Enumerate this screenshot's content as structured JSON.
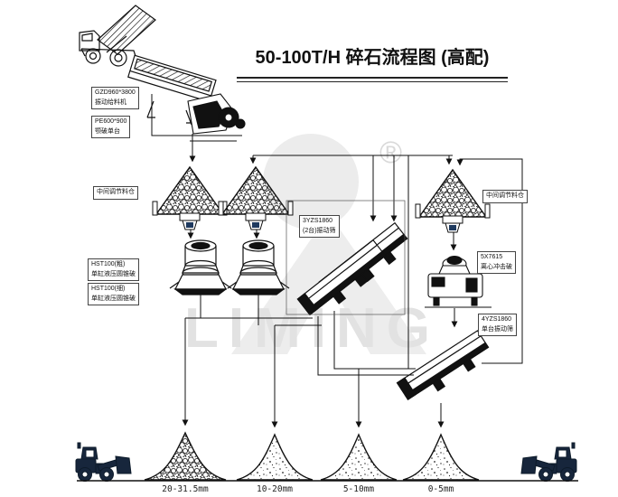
{
  "title": "50-100T/H 碎石流程图 (高配)",
  "watermark": {
    "brand": "LIMING",
    "registered_mark": "®"
  },
  "labels": {
    "feeder": {
      "model": "GZD960*3800",
      "name": "振动给料机"
    },
    "jaw": {
      "model": "PE600*900",
      "name": "颚破单台"
    },
    "bin_left": {
      "name": "中间调节料仓"
    },
    "cone_coarse": {
      "model": "HST100(粗)",
      "name": "单缸液压圆锥破"
    },
    "cone_fine": {
      "model": "HST100(细)",
      "name": "单缸液压圆锥破"
    },
    "screen_main": {
      "model": "3YZS1860",
      "name": "(2台)振动筛"
    },
    "bin_right": {
      "name": "中间调节料仓"
    },
    "impact": {
      "model": "5X7615",
      "name": "离心冲击破"
    },
    "screen_final": {
      "model": "4YZS1860",
      "name": "单台振动筛"
    }
  },
  "products": {
    "p1": "20-31.5mm",
    "p2": "10-20mm",
    "p3": "5-10mm",
    "p4": "0-5mm"
  },
  "colors": {
    "line": "#111111",
    "label_border": "#444444",
    "watermark": "#e6e6e6",
    "gate_accent": "#1f3a5f",
    "background": "#ffffff"
  }
}
